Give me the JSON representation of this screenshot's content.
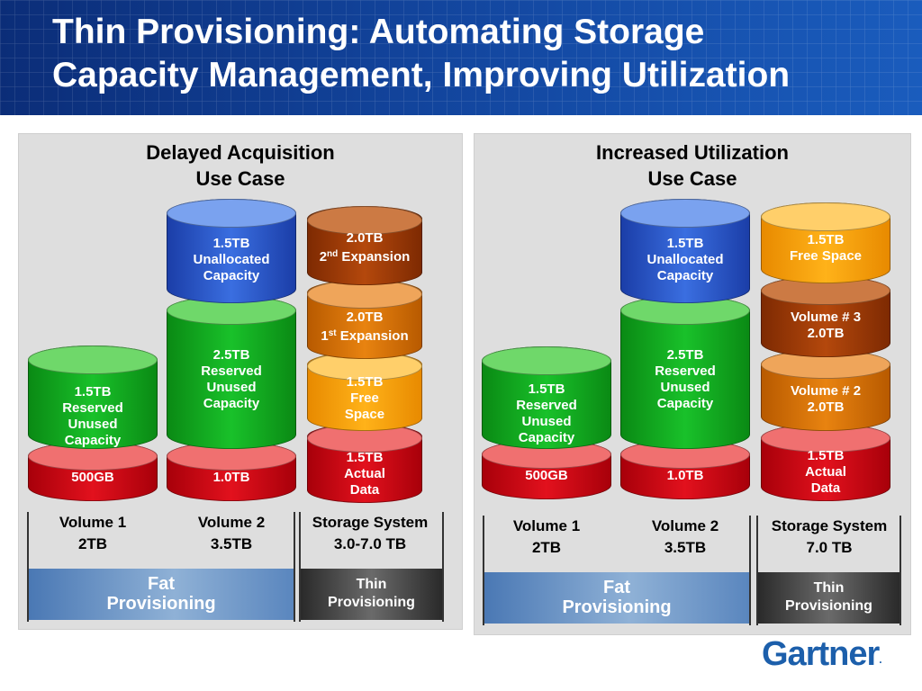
{
  "title": {
    "line1": "Thin Provisioning: Automating Storage",
    "line2": "Capacity Management, Improving Utilization"
  },
  "left_panel": {
    "title_line1": "Delayed Acquisition",
    "title_line2": "Use Case",
    "volume1": {
      "base": "500GB",
      "cyl_lines": [
        "1.5TB",
        "Reserved",
        "Unused",
        "Capacity"
      ],
      "label_line1": "Volume 1",
      "label_line2": "2TB"
    },
    "volume2": {
      "base": "1.0TB",
      "mid_lines": [
        "2.5TB",
        "Reserved",
        "Unused",
        "Capacity"
      ],
      "top_lines": [
        "1.5TB",
        "Unallocated",
        "Capacity"
      ],
      "label_line1": "Volume 2",
      "label_line2": "3.5TB"
    },
    "storage": {
      "actual_lines": [
        "1.5TB",
        "Actual",
        "Data"
      ],
      "free_lines": [
        "1.5TB",
        "Free",
        "Space"
      ],
      "exp1_line1": "2.0TB",
      "exp1_num": "1",
      "exp1_sup": "st",
      "exp1_word": " Expansion",
      "exp2_line1": "2.0TB",
      "exp2_num": "2",
      "exp2_sup": "nd",
      "exp2_word": " Expansion",
      "label_line1": "Storage System",
      "label_line2": "3.0-7.0 TB"
    },
    "fat_line1": "Fat",
    "fat_line2": "Provisioning",
    "thin_line1": "Thin",
    "thin_line2": "Provisioning"
  },
  "right_panel": {
    "title_line1": "Increased Utilization",
    "title_line2": "Use Case",
    "volume1": {
      "base": "500GB",
      "cyl_lines": [
        "1.5TB",
        "Reserved",
        "Unused",
        "Capacity"
      ],
      "label_line1": "Volume 1",
      "label_line2": "2TB"
    },
    "volume2": {
      "base": "1.0TB",
      "mid_lines": [
        "2.5TB",
        "Reserved",
        "Unused",
        "Capacity"
      ],
      "top_lines": [
        "1.5TB",
        "Unallocated",
        "Capacity"
      ],
      "label_line1": "Volume 2",
      "label_line2": "3.5TB"
    },
    "storage": {
      "actual_lines": [
        "1.5TB",
        "Actual",
        "Data"
      ],
      "vol2_lines": [
        "Volume # 2",
        "2.0TB"
      ],
      "vol3_lines": [
        "Volume # 3",
        "2.0TB"
      ],
      "free_lines": [
        "1.5TB",
        "Free Space"
      ],
      "label_line1": "Storage System",
      "label_line2": "7.0 TB"
    },
    "fat_line1": "Fat",
    "fat_line2": "Provisioning",
    "thin_line1": "Thin",
    "thin_line2": "Provisioning"
  },
  "logo": {
    "text": "Gartner",
    "mark": "."
  },
  "colors": {
    "header": "#12449c",
    "blue": "#3a6ee0",
    "green": "#19c12a",
    "red": "#e2111d",
    "orange": "#ffb219",
    "dark_orange": "#e88310",
    "brown": "#b4480c",
    "logo": "#1c5fab"
  }
}
